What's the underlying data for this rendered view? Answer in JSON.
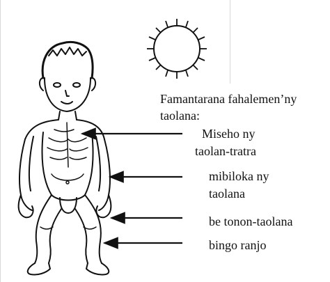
{
  "title": "Famantarana fahalemen’ny taolana:",
  "title_lines": [
    "Famantarana fahalemen’ny",
    "taolana:"
  ],
  "labels": [
    {
      "id": "ribs",
      "lines": [
        "Miseho ny",
        "taolan-tratra"
      ]
    },
    {
      "id": "bowed-bones",
      "lines": [
        "mibiloka ny",
        "taolana"
      ]
    },
    {
      "id": "joints",
      "lines": [
        "be tonon-taolana"
      ]
    },
    {
      "id": "legs",
      "lines": [
        "bingo ranjo"
      ]
    }
  ],
  "colors": {
    "ink": "#111111",
    "background": "#ffffff",
    "frame": "#d8d8d8"
  },
  "icons": [
    "sun-icon",
    "child-figure-icon"
  ]
}
